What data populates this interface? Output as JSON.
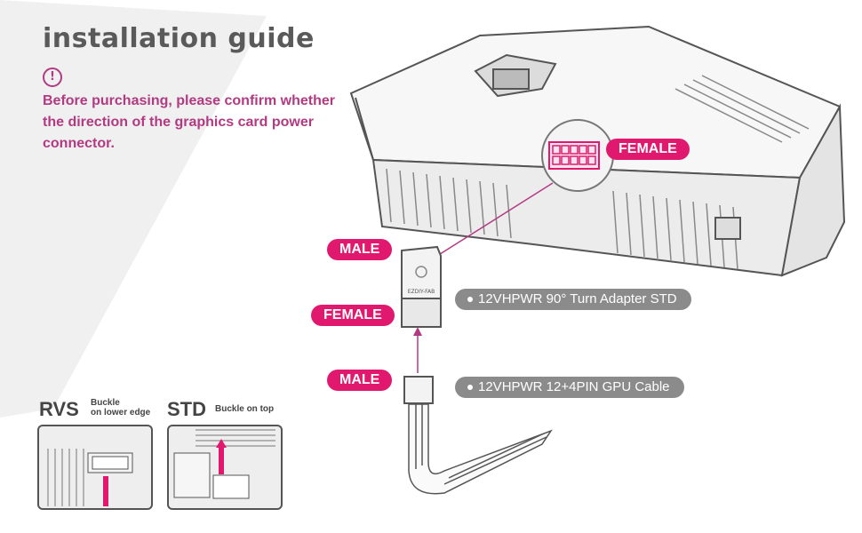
{
  "title": "installation guide",
  "notice": "Before purchasing, please confirm whether the direction of the graphics card power connector.",
  "icons": {
    "warning": "exclamation-circle-icon"
  },
  "labels": {
    "card_female": "FEMALE",
    "adapter_male": "MALE",
    "adapter_female": "FEMALE",
    "cable_male": "MALE"
  },
  "products": {
    "adapter": "12VHPWR 90° Turn Adapter STD",
    "cable": "12VHPWR 12+4PIN GPU Cable"
  },
  "adapter_brand": "EZDIY-FAB",
  "variants": {
    "rvs": {
      "name": "RVS",
      "desc_line1": "Buckle",
      "desc_line2": "on lower edge"
    },
    "std": {
      "name": "STD",
      "desc": "Buckle on top"
    }
  },
  "colors": {
    "accent": "#e0196e",
    "notice": "#b23a82",
    "grey_label": "#8b8b8b"
  }
}
